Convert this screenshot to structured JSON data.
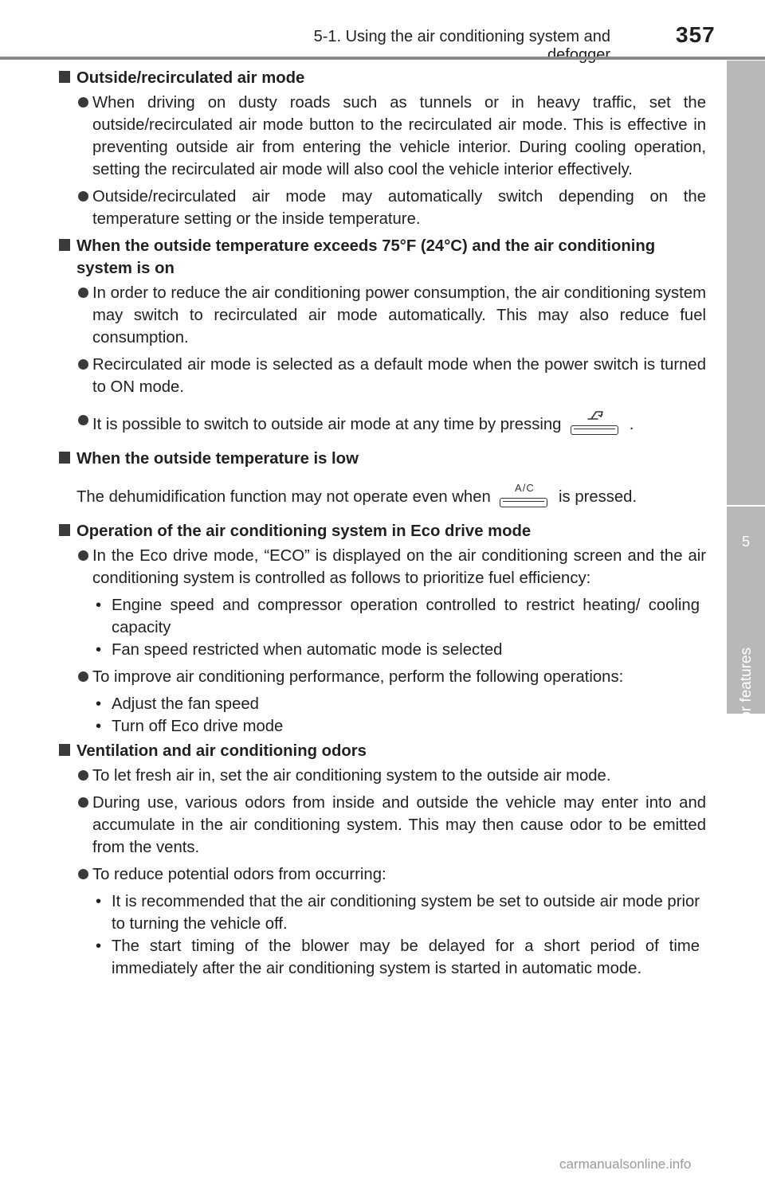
{
  "header": {
    "section": "5-1. Using the air conditioning system and defogger",
    "page": "357"
  },
  "side_tab": {
    "chapter_number": "5",
    "chapter_title": "Interior features"
  },
  "blocks": {
    "b1": {
      "heading": "Outside/recirculated air mode",
      "bullet1": "When driving on dusty roads such as tunnels or in heavy traffic, set the outside/recirculated air mode button to the recirculated air mode. This is effective in preventing outside air from entering the vehicle interior. During cooling operation, setting the recirculated air mode will also cool the vehicle interior effectively.",
      "bullet2": "Outside/recirculated air mode may automatically switch depending on the temperature setting or the inside temperature."
    },
    "b2": {
      "heading": "When the outside temperature exceeds 75°F (24°C) and the air conditioning system is on",
      "bullet1": "In order to reduce the air conditioning power consumption, the air conditioning system may switch to recirculated air mode automatically. This may also reduce fuel consumption.",
      "bullet2": "Recirculated air mode is selected as a default mode when the power switch is turned to ON mode.",
      "bullet3_before": "It is possible to switch to outside air mode at any time by pressing",
      "bullet3_icon": "outside-air-mode-button-icon",
      "bullet3_after": "."
    },
    "b3": {
      "heading": "When the outside temperature is low",
      "text_before": "The dehumidification function may not operate even when",
      "ac_glyph": "A/C",
      "ac_icon": "ac-button-icon",
      "text_after": "is pressed."
    },
    "b4": {
      "heading": "Operation of the air conditioning system in Eco drive mode",
      "bullet1": "In the Eco drive mode, “ECO” is displayed on the air conditioning screen and the air conditioning system is controlled as follows to prioritize fuel efficiency:",
      "bullet1_subs": [
        "Engine speed and compressor operation controlled to restrict heating/ cooling capacity",
        "Fan speed restricted when automatic mode is selected"
      ],
      "bullet2": "To improve air conditioning performance, perform the following operations:",
      "bullet2_subs": [
        "Adjust the fan speed",
        "Turn off Eco drive mode"
      ]
    },
    "b5": {
      "heading": "Ventilation and air conditioning odors",
      "bullet1": "To let fresh air in, set the air conditioning system to the outside air mode.",
      "bullet2": "During use, various odors from inside and outside the vehicle may enter into and accumulate in the air conditioning system. This may then cause odor to be emitted from the vents.",
      "bullet3": "To reduce potential odors from occurring:",
      "bullet3_subs": [
        "It is recommended that the air conditioning system be set to outside air mode prior to turning the vehicle off.",
        "The start timing of the blower may be delayed for a short period of time immediately after the air conditioning system is started in automatic mode."
      ]
    }
  },
  "sub_marker": "•",
  "watermark": "carmanualsonline.info"
}
